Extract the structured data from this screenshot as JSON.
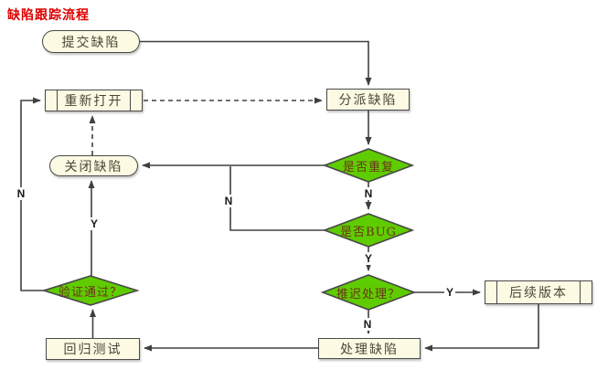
{
  "title": "缺陷跟踪流程",
  "colors": {
    "title_red": "#dd0000",
    "node_fill": "#fcfae3",
    "node_border": "#4a4a4a",
    "diamond_fill": "#5fcc00",
    "diamond_text": "#6b3218",
    "line": "#404040",
    "edge_label_text": "#1a1a1a"
  },
  "nodes": {
    "submit": {
      "label": "提交缺陷",
      "type": "stadium"
    },
    "assign": {
      "label": "分派缺陷",
      "type": "rect"
    },
    "reopen": {
      "label": "重新打开",
      "type": "predefined"
    },
    "close": {
      "label": "关闭缺陷",
      "type": "stadium"
    },
    "dup": {
      "label": "是否重复",
      "type": "decision"
    },
    "bug": {
      "label": "是否BUG",
      "type": "decision"
    },
    "defer": {
      "label": "推迟处理？",
      "type": "decision"
    },
    "verify": {
      "label": "验证通过？",
      "type": "decision"
    },
    "future": {
      "label": "后续版本",
      "type": "predefined"
    },
    "regression": {
      "label": "回归测试",
      "type": "rect"
    },
    "handle": {
      "label": "处理缺陷",
      "type": "rect"
    }
  },
  "edge_labels": {
    "dup_no": "N",
    "bug_no": "N",
    "bug_yes": "Y",
    "defer_yes": "Y",
    "defer_no": "N",
    "verify_yes": "Y",
    "verify_no": "N"
  }
}
